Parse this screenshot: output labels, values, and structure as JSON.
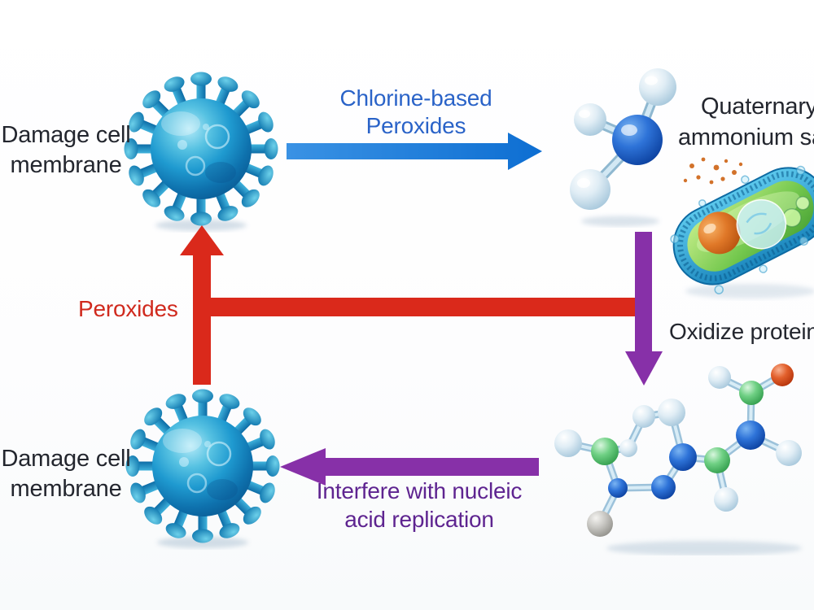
{
  "colors": {
    "chlorine_arrow_start": "#3a92e4",
    "chlorine_arrow_end": "#0d6ed2",
    "chlorine_text": "#2a63c8",
    "peroxides_arrow": "#da291b",
    "peroxides_text": "#d02a1e",
    "purple_arrow": "#8730a8",
    "purple_text": "#5e2490",
    "dark_text": "#23262e"
  },
  "diagram": {
    "labels": {
      "damage_top": {
        "line1": "Damage cell",
        "line2": "membrane"
      },
      "chlorine": {
        "line1": "Chlorine-based",
        "line2": "Peroxides"
      },
      "quaternary": {
        "line1": "Quaternary",
        "line2": "ammonium sa"
      },
      "peroxides": "Peroxides",
      "oxidize": "Oxidize protein",
      "interfere": {
        "line1": "Interfere with nucleic",
        "line2": "acid replication"
      },
      "damage_bottom": {
        "line1": "Damage cell",
        "line2": "membrane"
      }
    },
    "figures": {
      "virus_top": "virus particle",
      "ammonium_molecule": "ball-and-stick ammonium molecule",
      "bacteria_cell": "bacterium cell",
      "protein_molecule": "ball-and-stick protein molecule",
      "virus_bottom": "virus particle"
    }
  }
}
